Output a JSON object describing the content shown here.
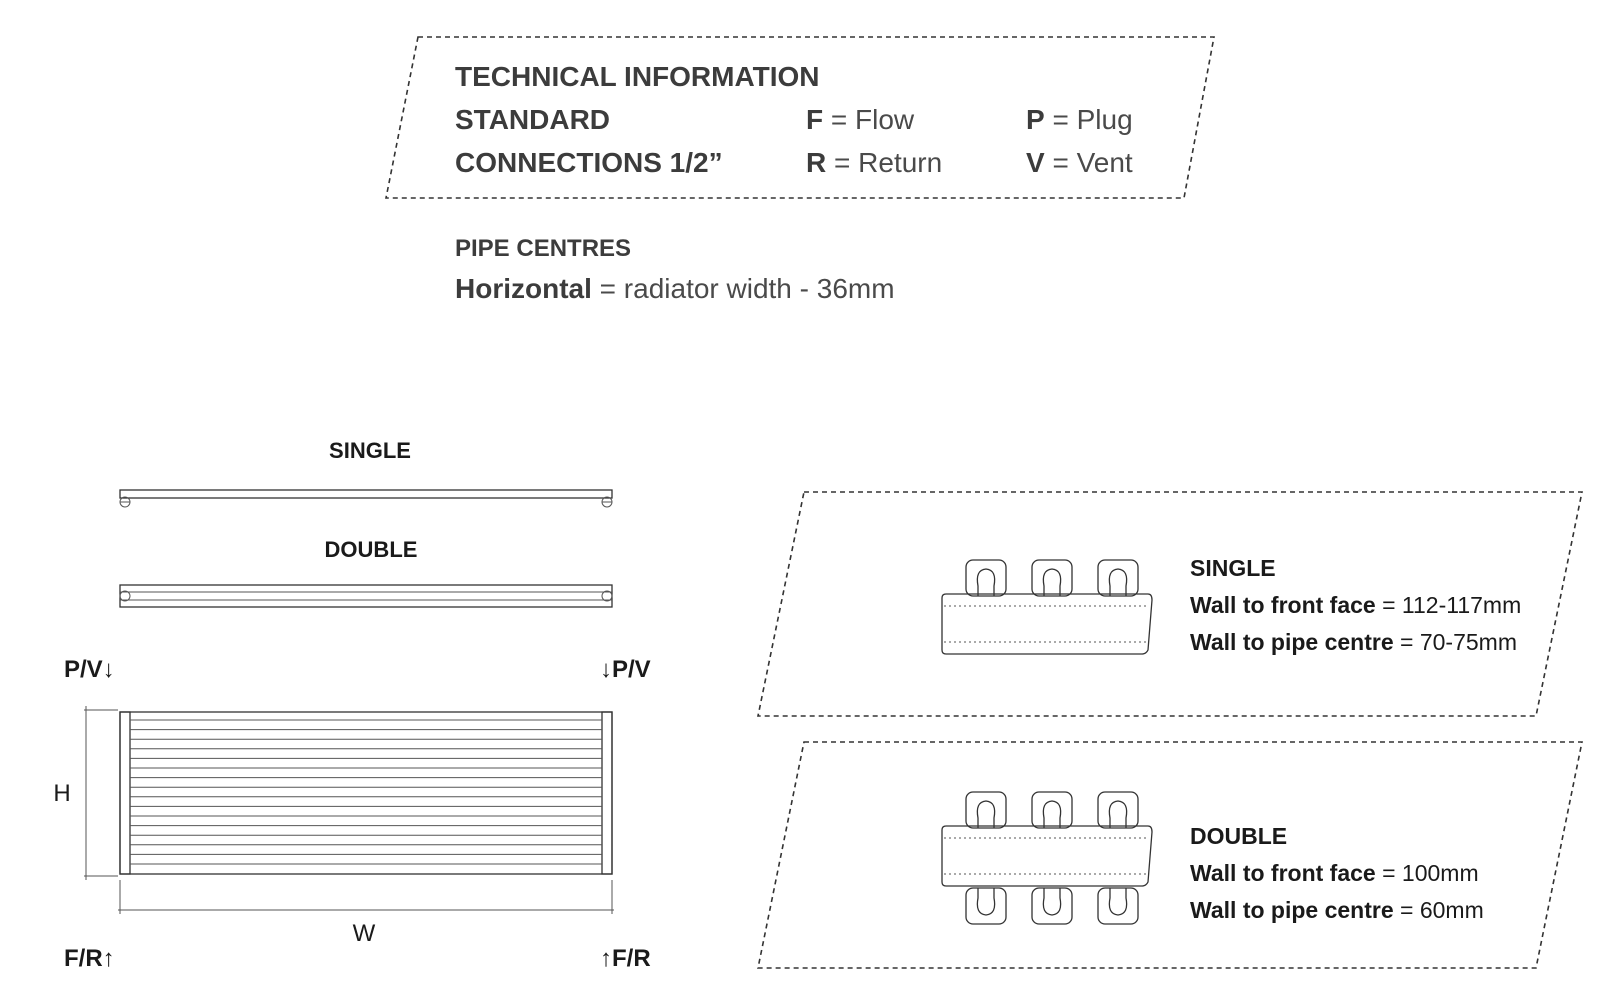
{
  "tech_info": {
    "title": "TECHNICAL INFORMATION",
    "standard": "STANDARD",
    "connections": "CONNECTIONS 1/2”",
    "legend": [
      {
        "key": "F",
        "eq": " = ",
        "value": "Flow"
      },
      {
        "key": "R",
        "eq": " = ",
        "value": "Return"
      },
      {
        "key": "P",
        "eq": " = ",
        "value": "Plug"
      },
      {
        "key": "V",
        "eq": " = ",
        "value": "Vent"
      }
    ]
  },
  "pipe_centres": {
    "title": "PIPE CENTRES",
    "label": "Horizontal",
    "rest": " = radiator width - 36mm"
  },
  "elevation": {
    "single_label": "SINGLE",
    "double_label": "DOUBLE",
    "pv_left": "P/V↓",
    "pv_right": "↓P/V",
    "fr_left": "F/R↑",
    "fr_right": "↑F/R",
    "height_label": "H",
    "width_label": "W"
  },
  "single_panel": {
    "title": "SINGLE",
    "line1_label": "Wall to front face",
    "line1_value": " = 112-117mm",
    "line2_label": "Wall to pipe centre",
    "line2_value": " = 70-75mm"
  },
  "double_panel": {
    "title": "DOUBLE",
    "line1_label": "Wall to front face",
    "line1_value": " = 100mm",
    "line2_label": "Wall to pipe centre",
    "line2_value": " = 60mm"
  }
}
